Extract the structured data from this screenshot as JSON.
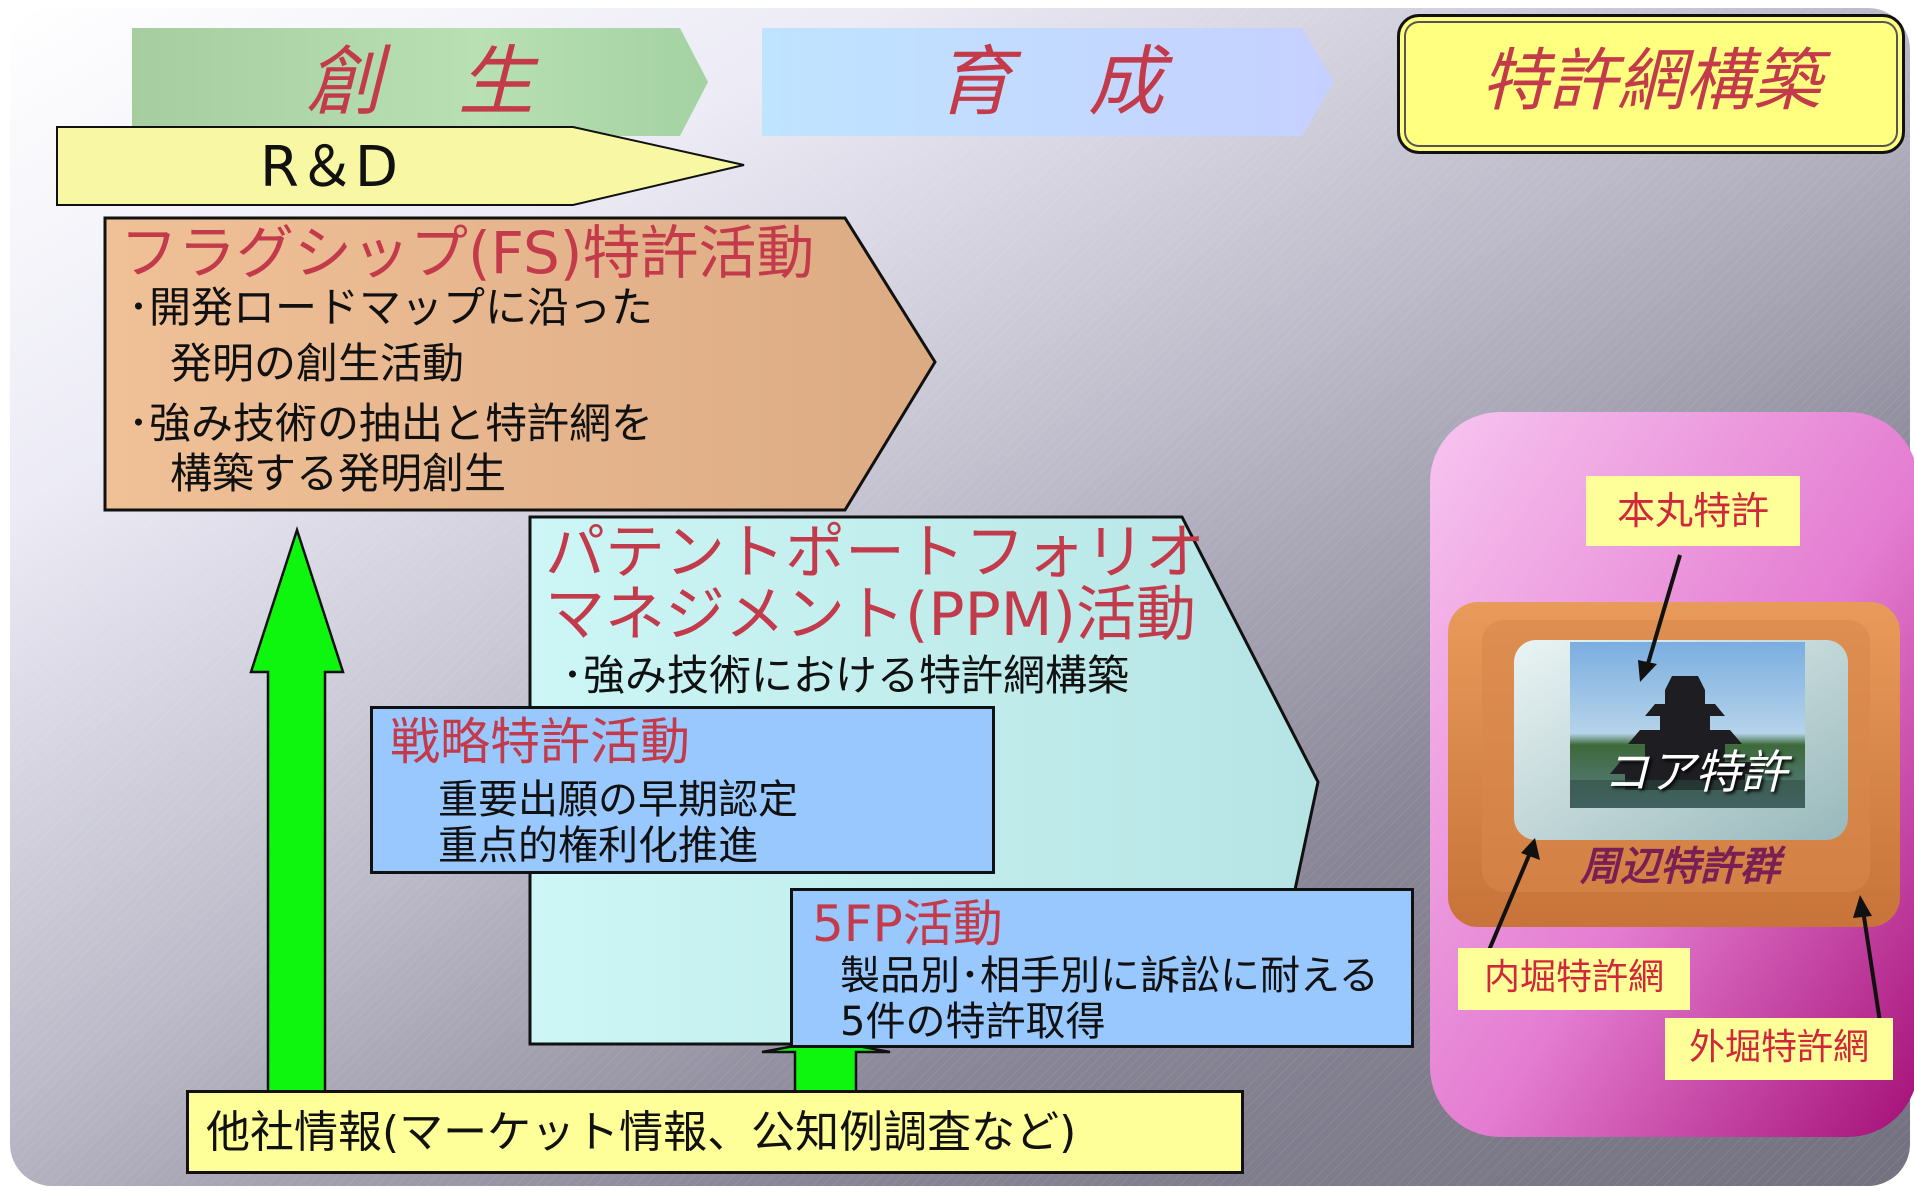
{
  "colors": {
    "title_red": "#c33a4b",
    "fs_fill": "#e8b488",
    "ppm_fill": "#c8f3f3",
    "blue_box": "#99c8ff",
    "arrow_green": "#0ef50e",
    "label_yellow": "#ffff99",
    "castle_frame": "#d98a4e",
    "panel_magenta": "#b81a84"
  },
  "header": {
    "phase1": "創　生",
    "phase2": "育　成",
    "phase3": "特許網構築",
    "rd": "R＆D"
  },
  "fs": {
    "title": "フラグシップ(FS)特許活動",
    "line1": "･開発ロードマップに沿った",
    "line2": "　発明の創生活動",
    "line3": "･強み技術の抽出と特許網を",
    "line4": "　構築する発明創生"
  },
  "ppm": {
    "title1": "パテントポートフォリオ",
    "title2": "マネジメント(PPM)活動",
    "line1": "･強み技術における特許網構築"
  },
  "strategy": {
    "title": "戦略特許活動",
    "line1": "重要出願の早期認定",
    "line2": "重点的権利化推進"
  },
  "fivefp": {
    "title": "5FP活動",
    "line1": "製品別･相手別に訴訟に耐える",
    "line2": "5件の特許取得"
  },
  "bottom": {
    "label": "他社情報(マーケット情報、公知例調査など)"
  },
  "castle": {
    "honmaru": "本丸特許",
    "core": "コア特許",
    "periphery": "周辺特許群",
    "inner": "内堀特許網",
    "outer": "外堀特許網"
  }
}
